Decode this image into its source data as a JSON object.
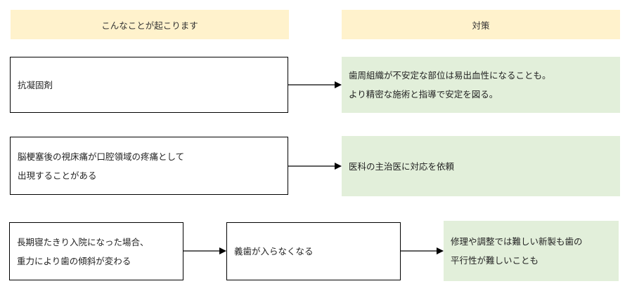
{
  "headers": {
    "left": "こんなことが起こります",
    "right": "対策"
  },
  "rows": [
    {
      "cause": [
        "抗凝固剤"
      ],
      "measure": [
        "歯周組織が不安定な部位は易出血性になることも。",
        "より精密な施術と指導で安定を図る。"
      ]
    },
    {
      "cause": [
        "脳梗塞後の視床痛が口腔領域の疼痛として",
        "出現することがある"
      ],
      "measure": [
        "医科の主治医に対応を依頼"
      ]
    },
    {
      "cause": [
        "長期寝たきり入院になった場合、",
        "重力により歯の傾斜が変わる"
      ],
      "intermediate": [
        "義歯が入らなくなる"
      ],
      "measure": [
        "修理や調整では難しい新製も歯の",
        "平行性が難しいことも"
      ]
    }
  ]
}
